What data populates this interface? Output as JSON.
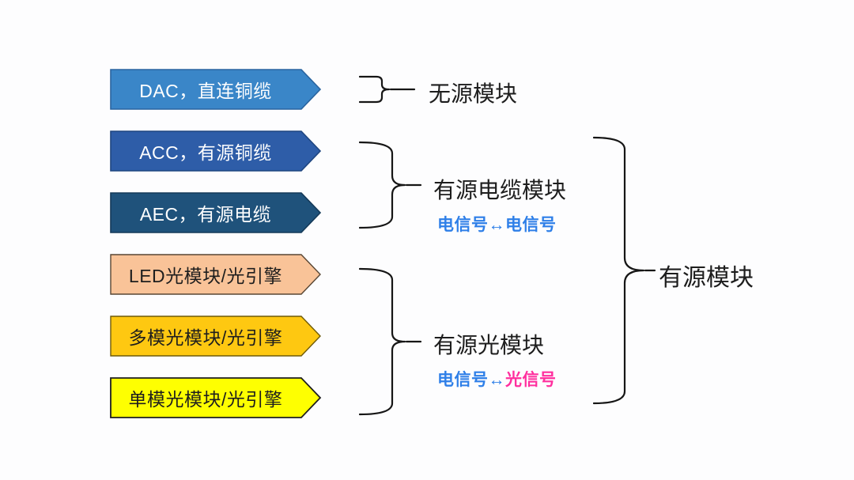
{
  "arrows": [
    {
      "label": "DAC，直连铜缆",
      "fill": "#3a86c8",
      "stroke": "#2a649f",
      "text_color": "#ffffff"
    },
    {
      "label": "ACC，有源铜缆",
      "fill": "#2e5da8",
      "stroke": "#1f4680",
      "text_color": "#ffffff"
    },
    {
      "label": "AEC，有源电缆",
      "fill": "#1f527b",
      "stroke": "#153a59",
      "text_color": "#ffffff"
    },
    {
      "label": "LED光模块/光引擎",
      "fill": "#f9c398",
      "stroke": "#584634",
      "text_color": "#1e1e1e"
    },
    {
      "label": "多模光模块/光引擎",
      "fill": "#fec811",
      "stroke": "#6e5a09",
      "text_color": "#1e1e1e"
    },
    {
      "label": "单模光模块/光引擎",
      "fill": "#feff01",
      "stroke": "#1e1e1e",
      "text_color": "#1e1e1e"
    }
  ],
  "groups": {
    "passive": {
      "label": "无源模块"
    },
    "active_cable": {
      "label": "有源电缆模块",
      "subtitle": {
        "part1": {
          "text": "电信号↔电信号",
          "color": "#2e7fe8"
        },
        "part2": {
          "text": "",
          "color": "#ff2f9e"
        }
      }
    },
    "active_optical": {
      "label": "有源光模块",
      "subtitle": {
        "part1": {
          "text": "电信号↔",
          "color": "#2e7fe8"
        },
        "part2": {
          "text": "光信号",
          "color": "#ff2f9e"
        }
      }
    },
    "active_all": {
      "label": "有源模块"
    }
  },
  "colors": {
    "brace_stroke": "#161616",
    "signal_blue": "#2e7fe8",
    "signal_pink": "#ff2f9e",
    "background": "#fdfdfe"
  }
}
